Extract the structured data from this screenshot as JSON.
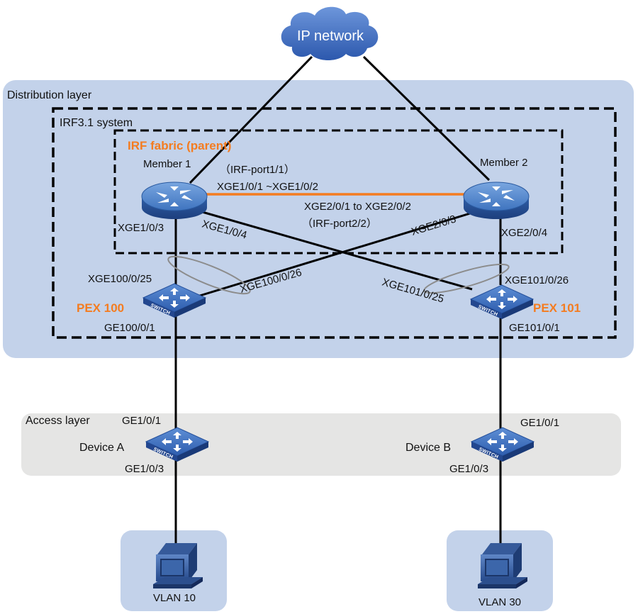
{
  "cloud": {
    "label": "IP network"
  },
  "zones": {
    "distribution": "Distribution layer",
    "irf_system": "IRF3.1 system",
    "irf_fabric": "IRF fabric (parent)",
    "access": "Access layer"
  },
  "members": [
    {
      "name": "Member 1"
    },
    {
      "name": "Member 2"
    }
  ],
  "irf_link": {
    "port1": "（IRF-port1/1）",
    "range1": "XGE1/0/1 ~XGE1/0/2",
    "range2": "XGE2/0/1 to XGE2/0/2",
    "port2": "（IRF-port2/2）"
  },
  "ports": {
    "m1_down": "XGE1/0/3",
    "m1_cross": "XGE1/0/4",
    "m2_cross": "XGE2/0/3",
    "m2_down": "XGE2/0/4",
    "pex100_up1": "XGE100/0/25",
    "pex100_up2": "XGE100/0/26",
    "pex101_up1": "XGE101/0/25",
    "pex101_up2": "XGE101/0/26",
    "pex100_down": "GE100/0/1",
    "pex101_down": "GE101/0/1",
    "deva_up": "GE1/0/1",
    "deva_down": "GE1/0/3",
    "devb_up": "GE1/0/1",
    "devb_down": "GE1/0/3"
  },
  "pex": [
    {
      "name": "PEX 100"
    },
    {
      "name": "PEX 101"
    }
  ],
  "devices": [
    {
      "name": "Device A"
    },
    {
      "name": "Device B"
    }
  ],
  "vlans": [
    {
      "name": "VLAN 10"
    },
    {
      "name": "VLAN 30"
    }
  ],
  "switch_text": "SWITCH",
  "colors": {
    "zone_fill": "#c3d2ea",
    "access_fill": "#e5e5e4",
    "orange": "#f47c20",
    "switch_blue": "#2b5aa8",
    "router_blue": "#4a82c8",
    "cloud_blue": "#3f6fc4"
  }
}
